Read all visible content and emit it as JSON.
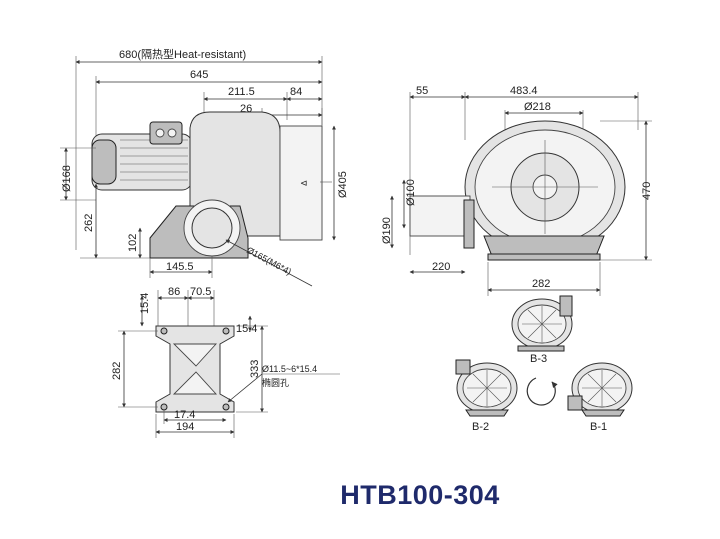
{
  "colors": {
    "model": "#1f2a6b",
    "line": "#333333",
    "part": "#e4e4e4"
  },
  "side_view": {
    "dim_680": "680(隔热型Heat-resistant)",
    "dim_645": "645",
    "dim_211": "211.5",
    "dim_84": "84",
    "dim_26": "26",
    "dim_168": "Ø168",
    "dim_262": "262",
    "dim_102": "102",
    "dim_145": "145.5",
    "dim_405": "Ø405",
    "dim_165": "Ø165(M6*4)"
  },
  "front_view": {
    "dim_55": "55",
    "dim_483": "483.4",
    "dim_218": "Ø218",
    "dim_100": "Ø100",
    "dim_190": "Ø190",
    "dim_470": "470",
    "dim_220": "220",
    "dim_282": "282"
  },
  "base_view": {
    "dim_15_4_top": "15.4",
    "dim_86": "86",
    "dim_70": "70.5",
    "dim_15_4_right": "15.4",
    "dim_282": "282",
    "dim_333": "333",
    "hole_spec": "Ø11.5~6*15.4",
    "hole_note": "椭圆孔",
    "dim_17": "17.4",
    "dim_194": "194"
  },
  "orientations": {
    "b1": "B-1",
    "b2": "B-2",
    "b3": "B-3"
  },
  "model": "HTB100-304"
}
